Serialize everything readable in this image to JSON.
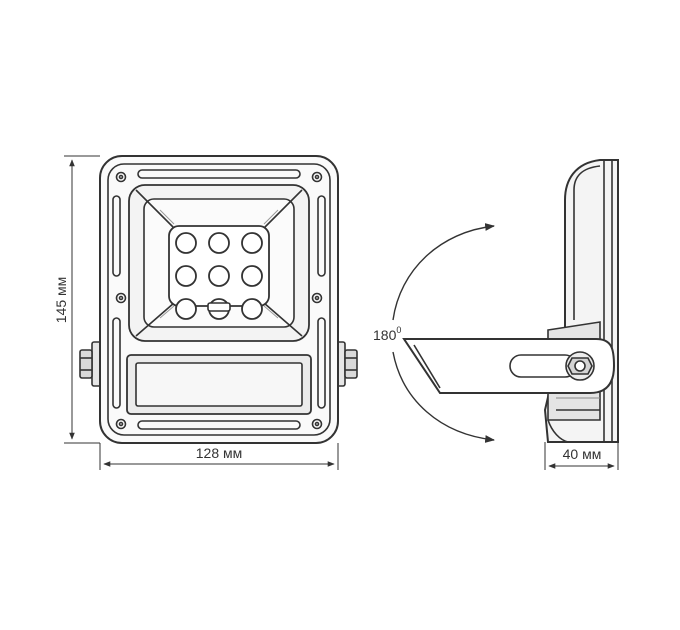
{
  "dimensions": {
    "height_label": "145 мм",
    "width_label": "128 мм",
    "depth_label": "40 мм",
    "rotation_label": "180",
    "rotation_unit": "0"
  },
  "colors": {
    "line": "#333333",
    "fill_light": "#f2f2f2",
    "fill_mid": "#e2e2e2",
    "fill_dark": "#bdbdbd"
  },
  "led_grid": {
    "rows": 3,
    "cols": 3,
    "missing": []
  }
}
